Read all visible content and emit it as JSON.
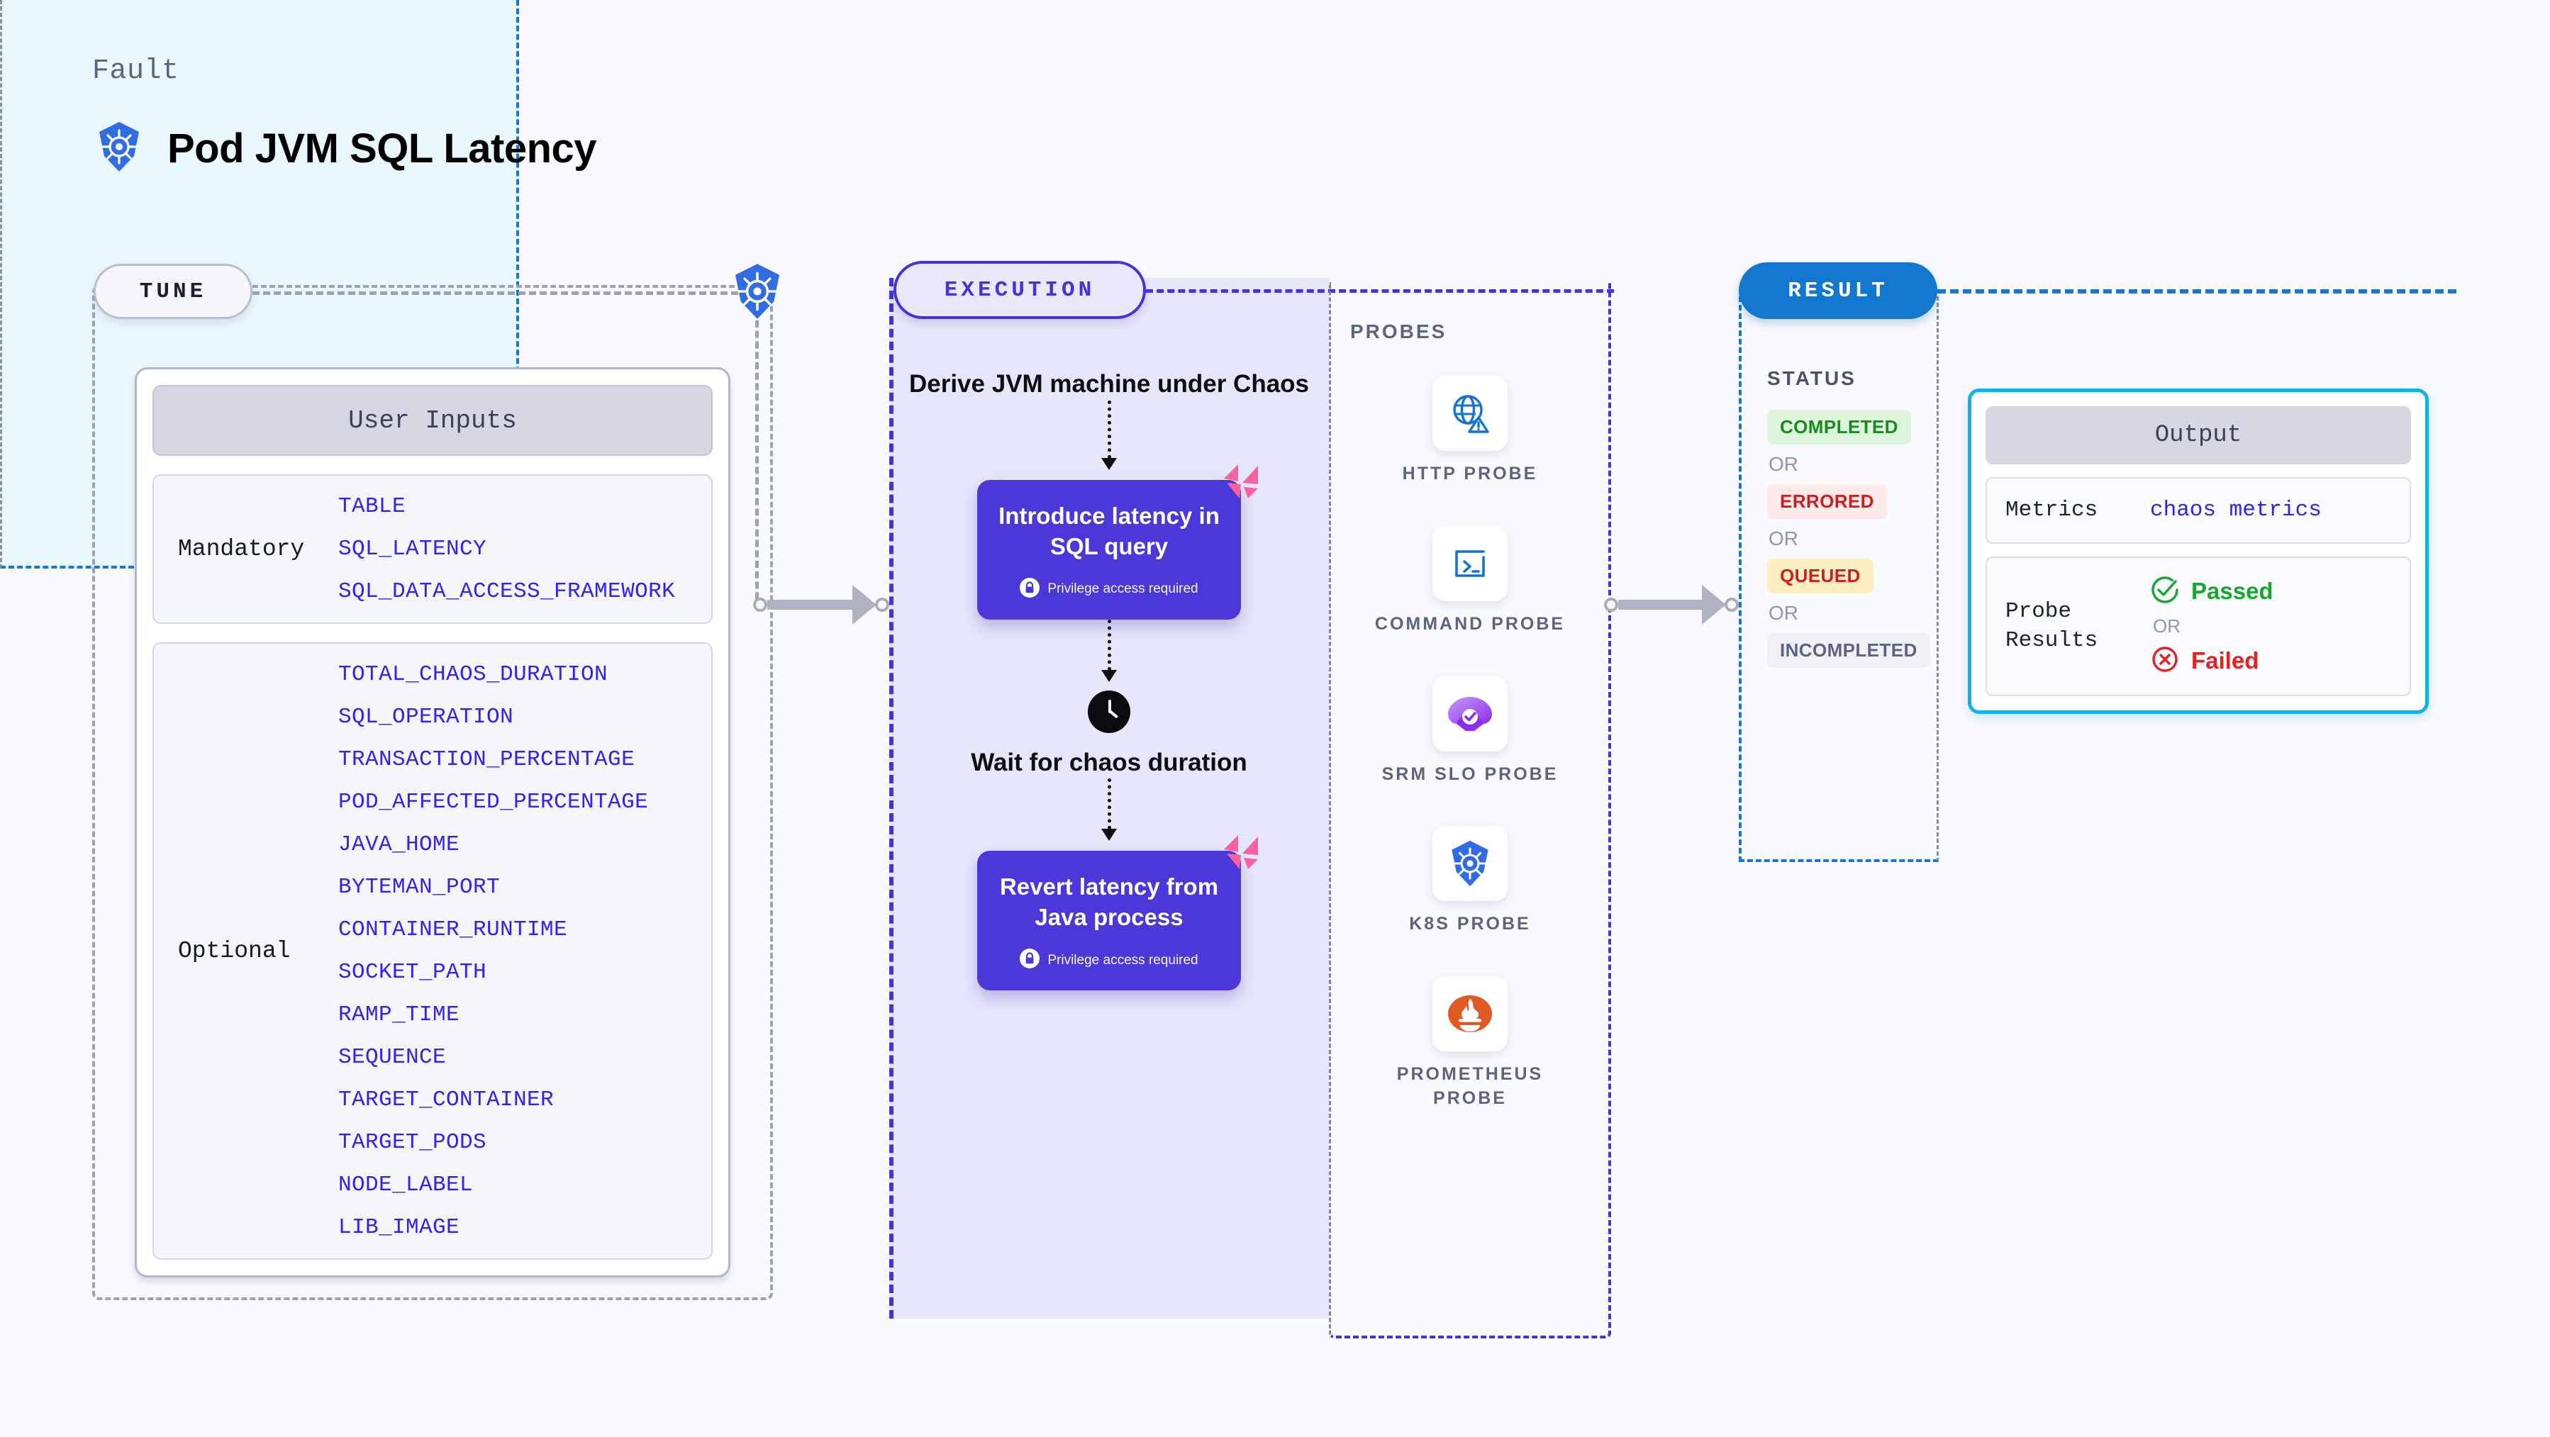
{
  "header": {
    "kicker": "Fault",
    "title": "Pod JVM SQL Latency",
    "icon": "kubernetes-icon"
  },
  "tune": {
    "pill_label": "TUNE",
    "card_title": "User Inputs",
    "groups": [
      {
        "label": "Mandatory",
        "params": [
          "TABLE",
          "SQL_LATENCY",
          "SQL_DATA_ACCESS_FRAMEWORK"
        ]
      },
      {
        "label": "Optional",
        "params": [
          "TOTAL_CHAOS_DURATION",
          "SQL_OPERATION",
          "TRANSACTION_PERCENTAGE",
          "POD_AFFECTED_PERCENTAGE",
          "JAVA_HOME",
          "BYTEMAN_PORT",
          "CONTAINER_RUNTIME",
          "SOCKET_PATH",
          "RAMP_TIME",
          "SEQUENCE",
          "TARGET_CONTAINER",
          "TARGET_PODS",
          "NODE_LABEL",
          "LIB_IMAGE"
        ]
      }
    ]
  },
  "execution": {
    "pill_label": "EXECUTION",
    "steps": [
      {
        "kind": "caption",
        "text": "Derive JVM machine under Chaos"
      },
      {
        "kind": "card",
        "title": "Introduce latency in SQL query",
        "privilege": "Privilege access required"
      },
      {
        "kind": "clock-caption",
        "text": "Wait for chaos duration"
      },
      {
        "kind": "card",
        "title": "Revert latency from Java process",
        "privilege": "Privilege access required"
      }
    ]
  },
  "probes": {
    "label": "PROBES",
    "items": [
      {
        "name": "HTTP PROBE",
        "icon": "globe-warning-icon"
      },
      {
        "name": "COMMAND PROBE",
        "icon": "terminal-icon"
      },
      {
        "name": "SRM SLO PROBE",
        "icon": "srm-slo-icon"
      },
      {
        "name": "K8S PROBE",
        "icon": "kubernetes-icon"
      },
      {
        "name": "PROMETHEUS PROBE",
        "icon": "prometheus-icon"
      }
    ]
  },
  "result": {
    "pill_label": "RESULT",
    "status_label": "STATUS",
    "or_label": "OR",
    "statuses": [
      {
        "text": "COMPLETED",
        "bg": "#def4dd",
        "fg": "#1a8a20"
      },
      {
        "text": "ERRORED",
        "bg": "#fdeaea",
        "fg": "#cc2020"
      },
      {
        "text": "QUEUED",
        "bg": "#fdeec4",
        "fg": "#cc2020"
      },
      {
        "text": "INCOMPLETED",
        "bg": "#f0f1f6",
        "fg": "#5c6580"
      }
    ]
  },
  "output": {
    "card_title": "Output",
    "rows": [
      {
        "key": "Metrics",
        "value": "chaos metrics"
      },
      {
        "key": "Probe Results",
        "passed": "Passed",
        "or": "OR",
        "failed": "Failed"
      }
    ]
  },
  "colors": {
    "accent_purple": "#4a38d8",
    "accent_blue": "#1277cf",
    "accent_cyan": "#16b0e8",
    "param_blue": "#3322ee",
    "pink_badge": "#f9629f"
  }
}
